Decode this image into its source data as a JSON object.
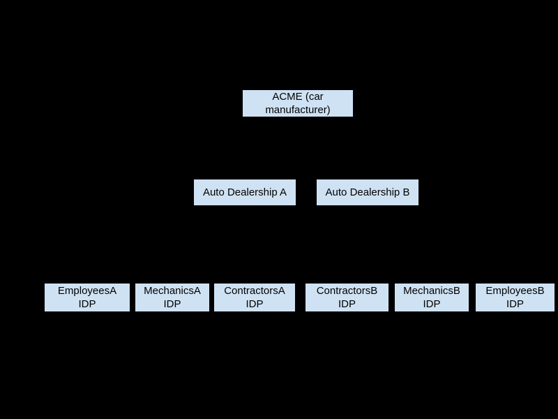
{
  "colors": {
    "background": "#000000",
    "node_fill": "#cfe2f3",
    "node_border": "#000000",
    "node_text": "#000000"
  },
  "diagram": {
    "type": "hierarchy",
    "rows": 3
  },
  "nodes": {
    "acme": {
      "label": "ACME (car\nmanufacturer)"
    },
    "dealership_a": {
      "label": "Auto Dealership A"
    },
    "dealership_b": {
      "label": "Auto Dealership B"
    },
    "employees_a": {
      "label": "EmployeesA\nIDP"
    },
    "mechanics_a": {
      "label": "MechanicsA\nIDP"
    },
    "contractors_a": {
      "label": "ContractorsA\nIDP"
    },
    "contractors_b": {
      "label": "ContractorsB\nIDP"
    },
    "mechanics_b": {
      "label": "MechanicsB\nIDP"
    },
    "employees_b": {
      "label": "EmployeesB\nIDP"
    }
  }
}
